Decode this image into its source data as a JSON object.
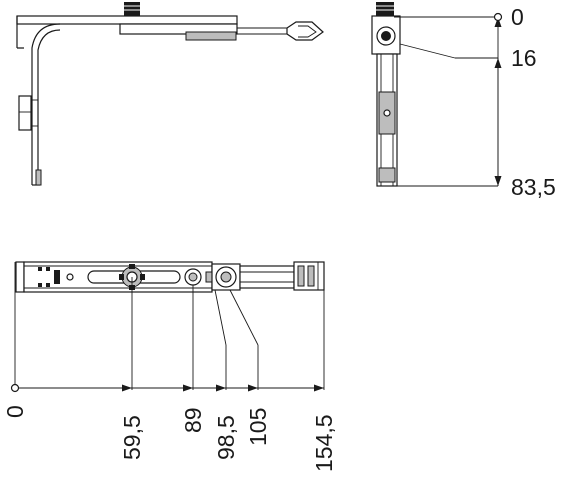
{
  "vertical_dimensions": {
    "labels": [
      "0",
      "16",
      "83,5"
    ]
  },
  "horizontal_dimensions": {
    "labels": [
      "0",
      "59,5",
      "89",
      "98,5",
      "105",
      "154,5"
    ]
  }
}
